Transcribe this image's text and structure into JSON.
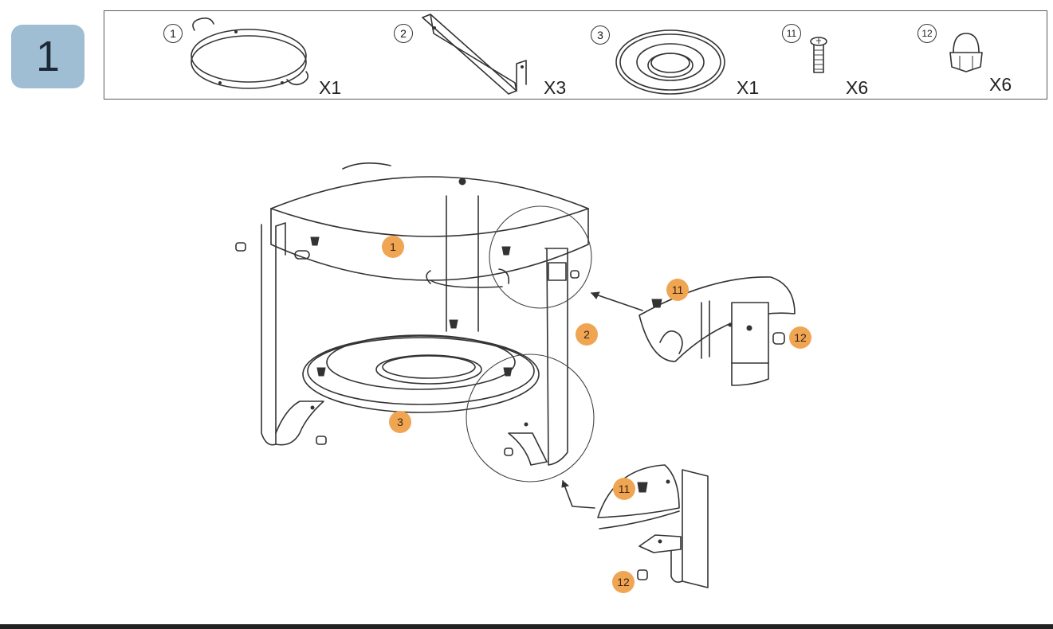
{
  "step": {
    "number": "1"
  },
  "parts": [
    {
      "id": "1",
      "qty": "X1"
    },
    {
      "id": "2",
      "qty": "X3"
    },
    {
      "id": "3",
      "qty": "X1"
    },
    {
      "id": "11",
      "qty": "X6"
    },
    {
      "id": "12",
      "qty": "X6"
    }
  ],
  "callouts": {
    "ring": "1",
    "leg": "2",
    "plate": "3",
    "upper_screw": "11",
    "upper_nut": "12",
    "lower_screw": "11",
    "lower_nut": "12"
  },
  "colors": {
    "badge": "#9fbdd3",
    "callout": "#f0a552"
  }
}
